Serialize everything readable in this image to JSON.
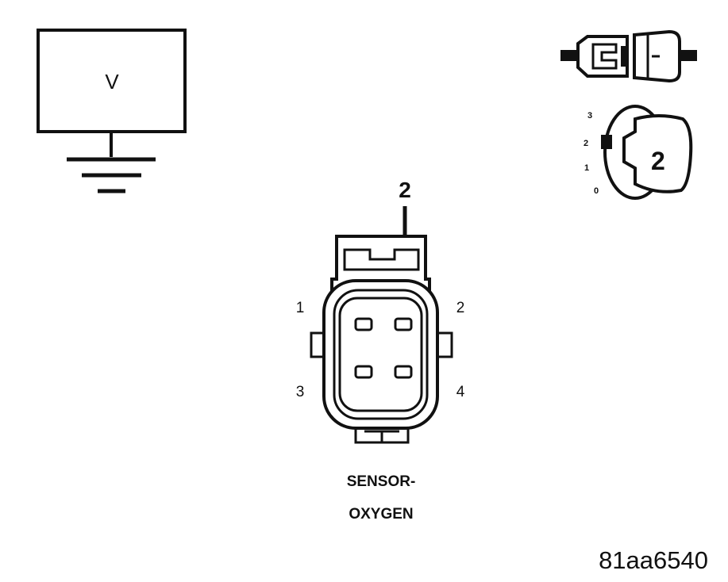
{
  "voltmeter": {
    "label": "V"
  },
  "connector_state_icon": {
    "icon": "connector-disconnected-icon"
  },
  "ignition_switch": {
    "icon": "ignition-key-icon",
    "positions": [
      "3",
      "2",
      "1",
      "0"
    ],
    "selected": "2"
  },
  "probe": {
    "pin": "2"
  },
  "connector": {
    "pins": [
      "1",
      "2",
      "3",
      "4"
    ],
    "name_line1": "SENSOR-",
    "name_line2": "OXYGEN"
  },
  "figure_id": "81aa6540"
}
